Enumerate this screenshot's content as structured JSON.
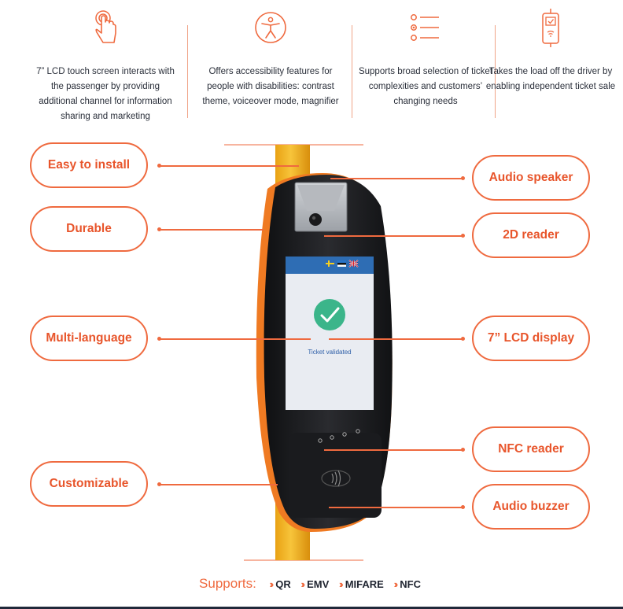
{
  "features": [
    {
      "icon": "touch-hand-icon",
      "text": "7” LCD touch screen interacts with the passenger by providing additional channel for information sharing and marketing"
    },
    {
      "icon": "accessibility-icon",
      "text": "Offers accessibility features for people with disabilities: contrast theme, voiceover mode, magnifier"
    },
    {
      "icon": "options-list-icon",
      "text": "Supports broad selection of ticket complexities and customers’ changing needs"
    },
    {
      "icon": "ticket-machine-icon",
      "text": "Takes the load off the driver by enabling independent ticket sale"
    }
  ],
  "left_labels": {
    "install": "Easy to install",
    "durable": "Durable",
    "language": "Multi-language",
    "custom": "Customizable"
  },
  "right_labels": {
    "speaker": "Audio speaker",
    "reader2d": "2D reader",
    "display": "7” LCD display",
    "nfc": "NFC reader",
    "buzzer": "Audio buzzer"
  },
  "screen": {
    "status": "Ticket validated",
    "flags": [
      "sweden-flag",
      "estonia-flag",
      "uk-flag"
    ]
  },
  "supports": {
    "label": "Supports:",
    "items": [
      "QR",
      "EMV",
      "MIFARE",
      "NFC"
    ]
  },
  "colors": {
    "accent": "#EF6A3F",
    "device": "#1E1F22",
    "pole": "#F2B51C",
    "check": "#3BB58A",
    "screen_bar": "#2E6DB4"
  }
}
